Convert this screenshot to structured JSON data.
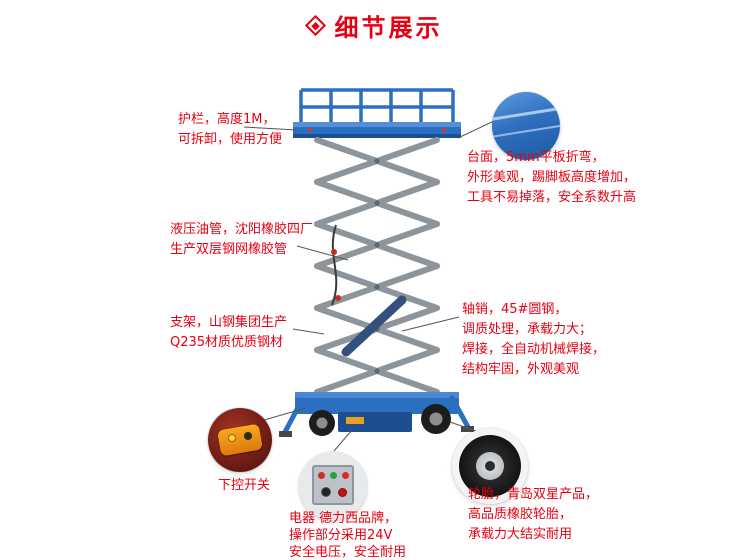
{
  "title": {
    "text": "细节展示"
  },
  "colors": {
    "accent": "#e60012",
    "machine_blue": "#2a6fc0",
    "machine_gray": "#8d959c"
  },
  "callouts": {
    "guardrail": {
      "lines": [
        "护栏，高度1M，",
        "可拆卸，使用方便"
      ]
    },
    "platform": {
      "lines": [
        "台面，5mm平板折弯，",
        "外形美观，踢脚板高度增加，",
        "工具不易掉落，安全系数升高"
      ]
    },
    "hydraulic": {
      "lines": [
        "液压油管，沈阳橡胶四厂",
        "生产双层钢网橡胶管"
      ]
    },
    "bracket": {
      "lines": [
        "支架，山钢集团生产",
        "Q235材质优质钢材"
      ]
    },
    "pin": {
      "lines": [
        "轴销，45#圆钢，",
        "调质处理，承载力大；",
        "焊接，全自动机械焊接，",
        "结构牢固，外观美观"
      ]
    },
    "lower_switch": {
      "lines": [
        "下控开关"
      ]
    },
    "electric": {
      "lines": [
        "电器 德力西品牌，",
        "操作部分采用24V",
        "安全电压，安全耐用"
      ]
    },
    "tire": {
      "lines": [
        "轮胎，青岛双星产品，",
        "高品质橡胶轮胎，",
        "承载力大结实耐用"
      ]
    }
  }
}
